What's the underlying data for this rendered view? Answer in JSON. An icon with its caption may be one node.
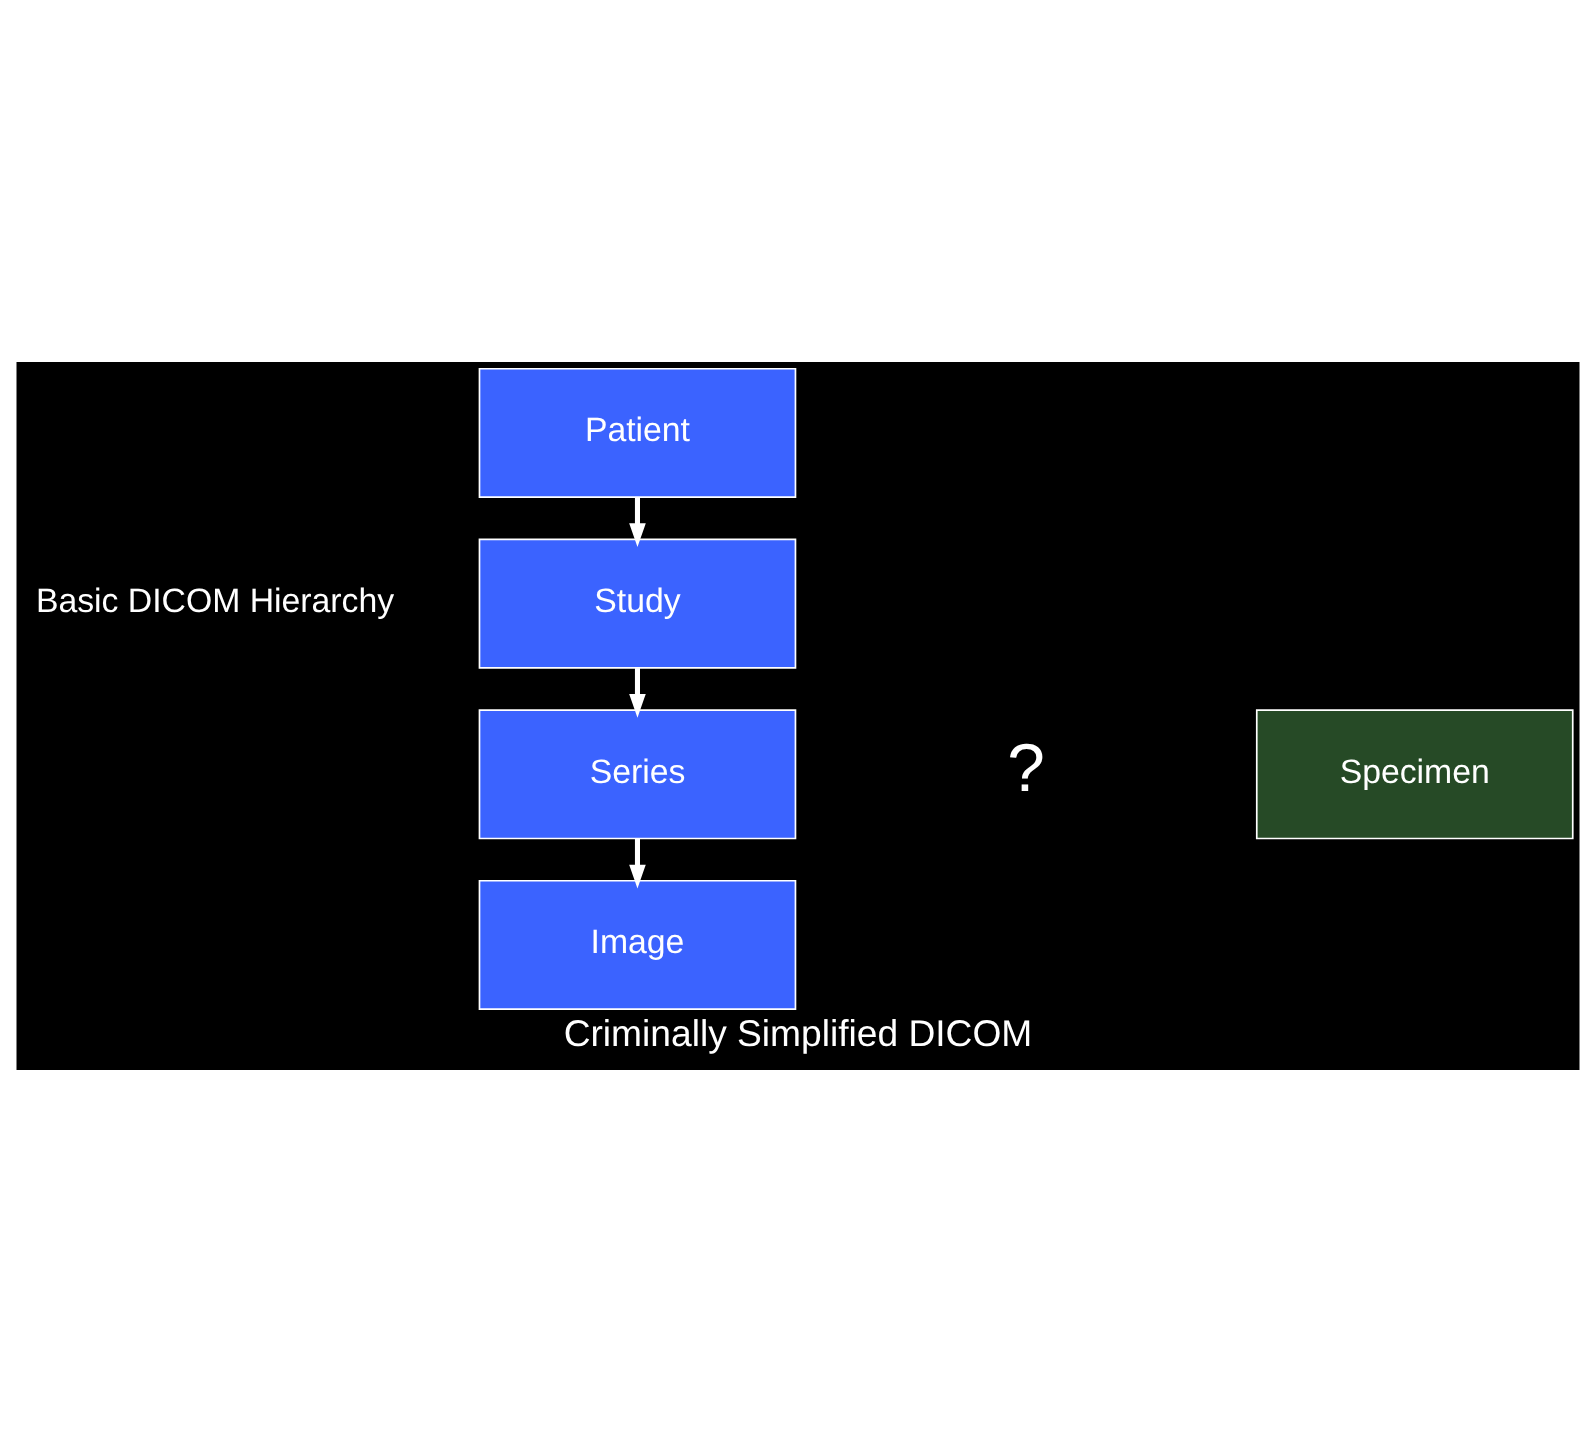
{
  "diagram": {
    "caption": "Criminally Simplified DICOM",
    "nodes": [
      {
        "text": [
          "Patient"
        ]
      },
      {
        "text": [
          "Study"
        ]
      },
      {
        "text": [
          "Series"
        ]
      },
      {
        "text": [
          "Image"
        ]
      },
      {
        "text": [
          "Specimen"
        ]
      }
    ],
    "edges": [
      {
        "from": 0,
        "to": 1,
        "arrow": "to"
      },
      {
        "from": 1,
        "to": 2,
        "arrow": "to"
      },
      {
        "from": 2,
        "to": 3,
        "arrow": "to"
      }
    ],
    "labels": [
      "Basic DICOM Hierarchy",
      "?"
    ]
  }
}
